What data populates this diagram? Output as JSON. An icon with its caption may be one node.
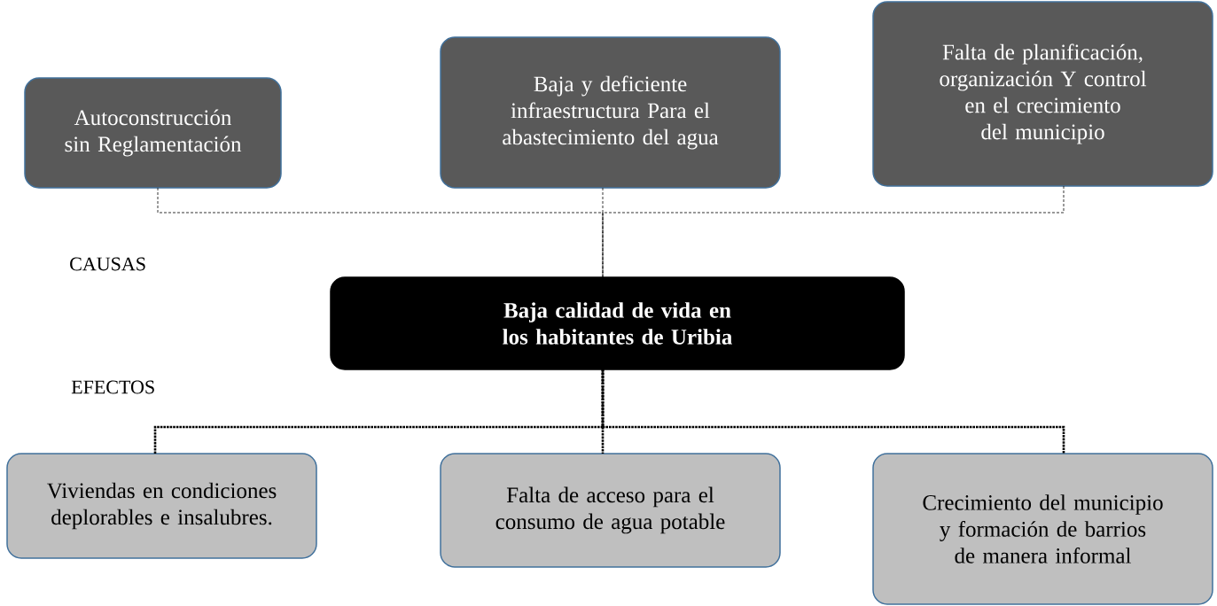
{
  "diagram": {
    "nodes": [
      {
        "text": [
          "Autoconstrucción sin Reglamentación"
        ]
      },
      {
        "text": [
          "Baja y deficiente infraestructura Para el abastecimiento del agua"
        ]
      },
      {
        "text": [
          "Falta de planificación, organización Y control en el crecimiento del municipio"
        ]
      },
      {
        "text": [
          "Baja calidad de vida en los habitantes de Uribia"
        ]
      },
      {
        "text": [
          "Viviendas en condiciones deplorables e insalubres."
        ]
      },
      {
        "text": [
          "Falta de acceso para el consumo de agua potable"
        ]
      },
      {
        "text": [
          "Crecimiento del municipio y formación de barrios de manera informal"
        ]
      }
    ],
    "edges": [
      {
        "from": 0,
        "to": 3,
        "arrow": "none",
        "style": "dashed"
      },
      {
        "from": 1,
        "to": 3,
        "arrow": "none",
        "style": "dashed"
      },
      {
        "from": 2,
        "to": 3,
        "arrow": "none",
        "style": "dashed"
      },
      {
        "from": 3,
        "to": 4,
        "arrow": "none",
        "style": "dashed"
      },
      {
        "from": 3,
        "to": 5,
        "arrow": "none",
        "style": "dashed"
      },
      {
        "from": 3,
        "to": 6,
        "arrow": "none",
        "style": "dashed"
      }
    ],
    "labels": [
      "CAUSAS",
      "EFECTOS"
    ]
  }
}
